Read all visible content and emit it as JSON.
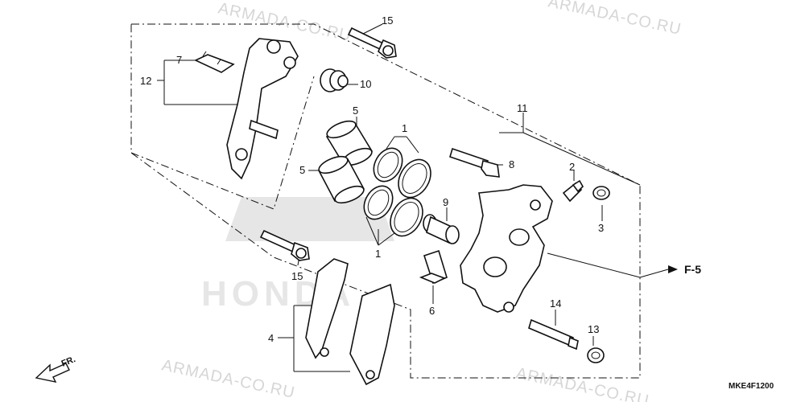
{
  "watermarks": [
    "ARMADA-CO.RU",
    "ARMADA-CO.RU",
    "ARMADA-CO.RU",
    "ARMADA-CO.RU"
  ],
  "callouts": {
    "c1a": "1",
    "c1b": "1",
    "c2": "2",
    "c3": "3",
    "c4": "4",
    "c5a": "5",
    "c5b": "5",
    "c6": "6",
    "c7": "7",
    "c8": "8",
    "c9": "9",
    "c10": "10",
    "c11": "11",
    "c12": "12",
    "c13": "13",
    "c14": "14",
    "c15a": "15",
    "c15b": "15"
  },
  "reference": "F-5",
  "direction_label": "FR.",
  "drawing_code": "MKE4F1200",
  "logo_text": "HONDA"
}
